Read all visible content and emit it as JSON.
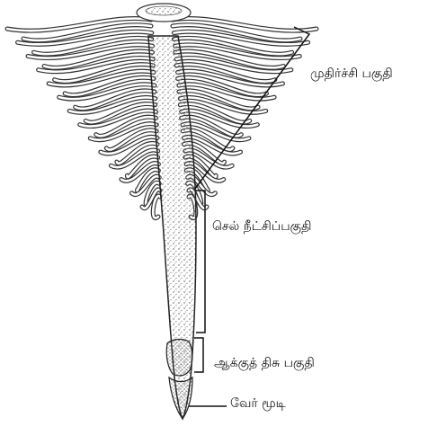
{
  "diagram": {
    "subject": "root-tip-zones",
    "labels": {
      "maturation_zone": "முதிர்ச்சி பகுதி",
      "elongation_zone": "செல் நீட்சிப்பகுதி",
      "meristematic_zone": "ஆக்குத் திசு பகுதி",
      "root_cap": "வேர் மூடி"
    }
  }
}
